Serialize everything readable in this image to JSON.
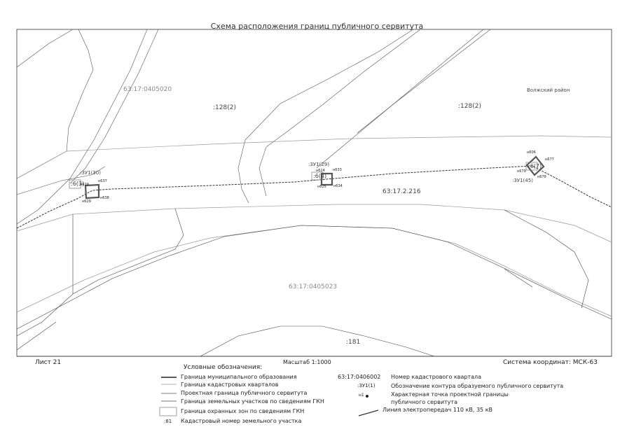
{
  "title": "Схема расположения границ публичного сервитута",
  "map": {
    "quarter_020": "63:17:0405020",
    "quarter_023": "63:17:0405023",
    "parcel_128_left": ":128(2)",
    "parcel_128_right": ":128(2)",
    "district": "Волжский район",
    "line_parcel": "63:17.2.216",
    "parcel_181": ":181",
    "zone_left": ":6(3)",
    "zone_mid": ":6(4)",
    "zone_right": ":6(7)",
    "zu_30": ":ЗУ1(30)",
    "zu_29": ":ЗУ1(29)",
    "zu_45": ":ЗУ1(45)",
    "points": {
      "p_left_tl": "н629",
      "p_left_tr": "н637",
      "p_left_bl": "н629",
      "p_left_br": "н638",
      "p_mid_tl": "н624",
      "p_mid_tr": "н633",
      "p_mid_bl": "н625",
      "p_mid_br": "н634",
      "p_right_t": "н606",
      "p_right_tr": "н677",
      "p_right_l": "н679",
      "p_right_br": "н678"
    }
  },
  "footer": {
    "sheet": "Лист 21",
    "scale": "Масштаб 1:1000",
    "crs": "Система координат: МСК-63"
  },
  "legend": {
    "heading": "Условные обозначения:",
    "items_left": [
      "Граница муниципального образования",
      "Граница кадастровых кварталов",
      "Проектная граница публичного сервитута",
      "Граница земельных участков по сведениям ГКН",
      "Граница охранных зон по сведениям ГКН",
      "Кадастровый номер земельного участка"
    ],
    "parcel_number_sample": ":81",
    "quarter_number_sample": "63:17:0406002",
    "quarter_number_label": "Номер кадастрового квартала",
    "contour_sample": ":ЗУ1(1)",
    "contour_label": "Обозначение контура образуемого публичного сервитута",
    "point_sample": "н1",
    "point_label_1": "Характерная точка проектной границы",
    "point_label_2": "публичного сервитута",
    "powerline_label": "Линия электропередач 110 кВ, 35 кВ"
  },
  "colors": {
    "municipal": "#222222",
    "quarter": "#9a9a9a",
    "servitude": "#555555",
    "parcel": "#444444",
    "zone": "#777777"
  }
}
